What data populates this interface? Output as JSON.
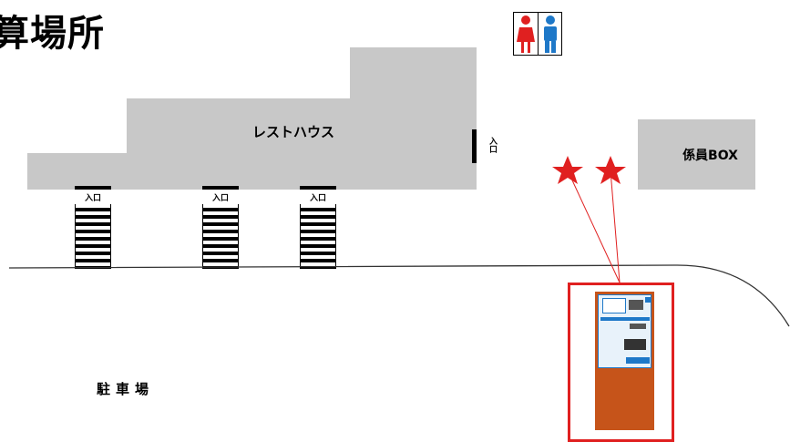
{
  "title": "算場所",
  "restroom": {
    "icon_female": "female-restroom-icon",
    "icon_male": "male-restroom-icon",
    "female_color": "#e02020",
    "male_color": "#1e78c8"
  },
  "rest_house": {
    "label": "レストハウス",
    "color": "#c8c8c8"
  },
  "entrances": [
    {
      "label": "入口"
    },
    {
      "label": "入口"
    },
    {
      "label": "入口"
    }
  ],
  "side_entrance": {
    "label": "入口"
  },
  "staff_box": {
    "label": "係員BOX"
  },
  "parking": {
    "label": "駐車場"
  },
  "machine": {
    "highlight_color": "#e02020",
    "body_color": "#c6541a",
    "panel_color": "#1e78c8"
  },
  "markers": [
    {
      "icon": "star-marker"
    },
    {
      "icon": "star-marker"
    }
  ]
}
